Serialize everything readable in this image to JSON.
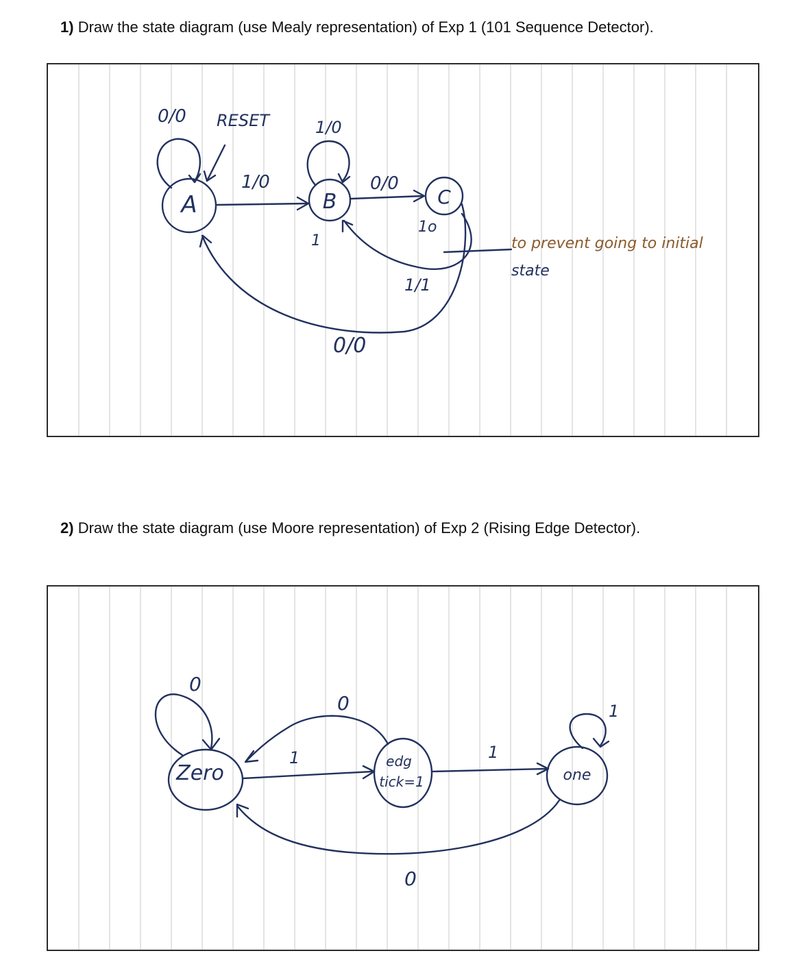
{
  "questions": [
    {
      "number": "1)",
      "text": "Draw the state diagram (use Mealy representation) of Exp 1 (101 Sequence Detector)."
    },
    {
      "number": "2)",
      "text": "Draw the state diagram (use Moore representation) of Exp 2 (Rising Edge Detector)."
    }
  ],
  "diagram1": {
    "states": {
      "a": "A",
      "b": "B",
      "c": "C"
    },
    "labels": {
      "self_a": "0/0",
      "reset": "RESET",
      "self_b": "1/0",
      "a_to_b": "1/0",
      "b_to_c": "0/0",
      "c_out": "1o",
      "c_to_b": "1/1",
      "c_to_a": "0/0",
      "tick": "1"
    },
    "note": {
      "line1": "to prevent going to initial",
      "line2": "state"
    },
    "ink_color": "#22315e"
  },
  "diagram2": {
    "states": {
      "zero": "Zero",
      "edge_line1": "edg",
      "edge_line2": "tick=1",
      "one": "one"
    },
    "labels": {
      "self_zero": "0",
      "zero_to_edge": "1",
      "edge_to_zero": "0",
      "edge_to_one": "1",
      "self_one": "1",
      "one_to_zero": "0"
    },
    "ink_color": "#22315e"
  }
}
